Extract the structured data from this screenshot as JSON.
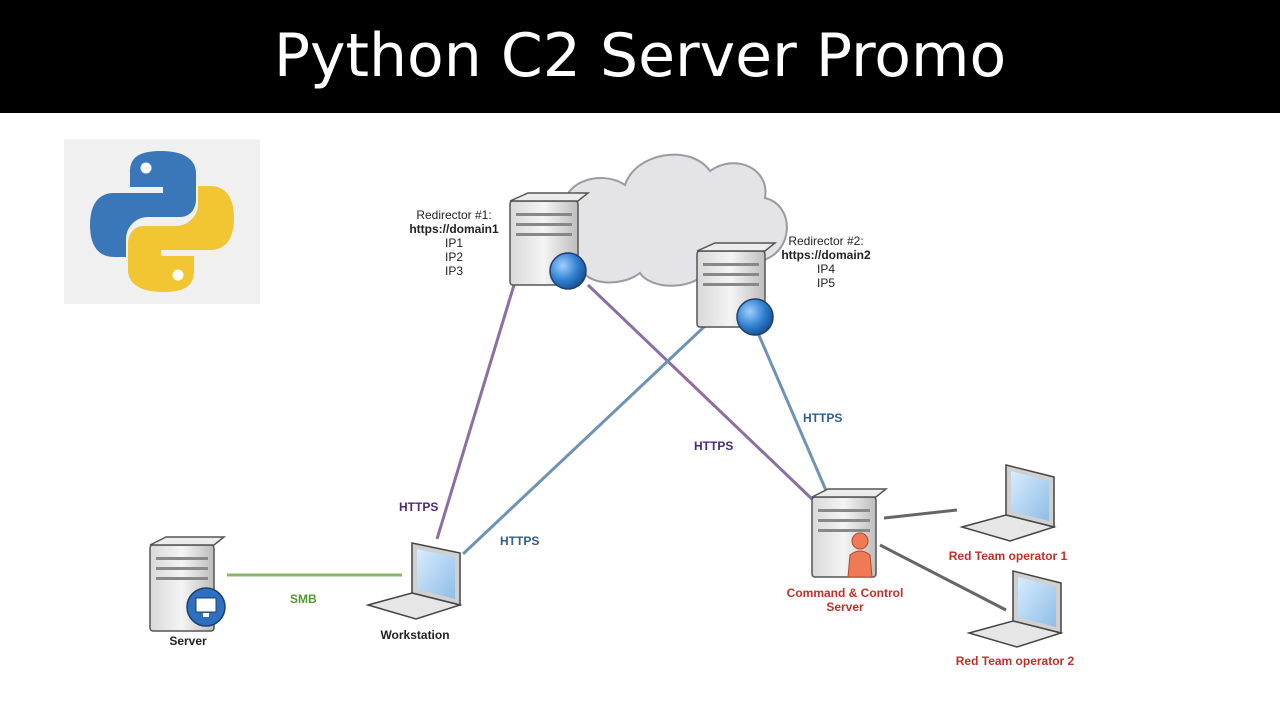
{
  "header": {
    "title": "Python C2 Server Promo"
  },
  "colors": {
    "header_bg": "#000000",
    "purple_link": "#8a6fa0",
    "blue_link": "#6f93b5",
    "green_link": "#8ab86a",
    "purple_label": "#4b2a7a",
    "blue_label": "#2f5f8a",
    "green_label": "#4f9a2e",
    "red_label": "#c0302a",
    "python_blue": "#3a77b8",
    "python_yellow": "#f2c533"
  },
  "nodes": {
    "redirector1": {
      "title": "Redirector #1:",
      "domain": "https://domain1",
      "ips": [
        "IP1",
        "IP2",
        "IP3"
      ]
    },
    "redirector2": {
      "title": "Redirector #2:",
      "domain": "https://domain2",
      "ips": [
        "IP4",
        "IP5"
      ]
    },
    "server": {
      "label": "Server"
    },
    "workstation": {
      "label": "Workstation"
    },
    "c2": {
      "label_line1": "Command & Control",
      "label_line2": "Server"
    },
    "operator1": {
      "label": "Red Team operator 1"
    },
    "operator2": {
      "label": "Red Team operator 2"
    }
  },
  "links": {
    "smb": "SMB",
    "ws_r1": "HTTPS",
    "ws_r2": "HTTPS",
    "r1_c2": "HTTPS",
    "r2_c2": "HTTPS"
  }
}
